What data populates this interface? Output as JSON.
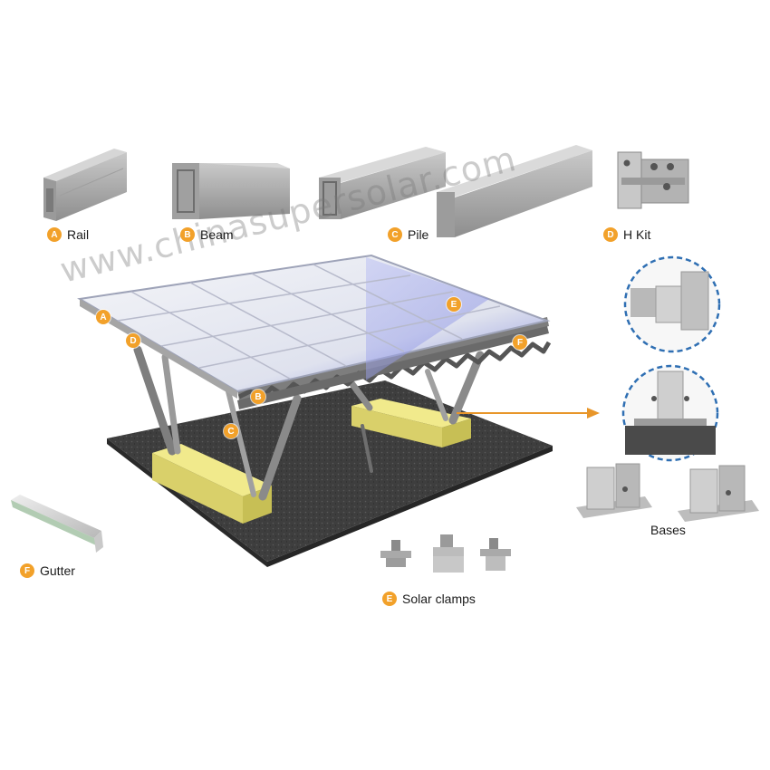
{
  "watermark": "www.chinasupersolar.com",
  "colors": {
    "accent": "#f2a12a",
    "callout_ring": "#2f6fb3",
    "leader_line": "#e8962a",
    "footing": "#e8e07a",
    "ground": "#3c3c3c"
  },
  "parts": [
    {
      "letter": "A",
      "label": "Rail"
    },
    {
      "letter": "B",
      "label": "Beam"
    },
    {
      "letter": "C",
      "label": "Pile"
    },
    {
      "letter": "D",
      "label": "H Kit"
    },
    {
      "letter": "E",
      "label": "Solar clamps"
    },
    {
      "letter": "F",
      "label": "Gutter"
    }
  ],
  "bases_label": "Bases",
  "callouts": {
    "a": "A",
    "b": "B",
    "c": "C",
    "d": "D",
    "e": "E",
    "f": "F"
  }
}
